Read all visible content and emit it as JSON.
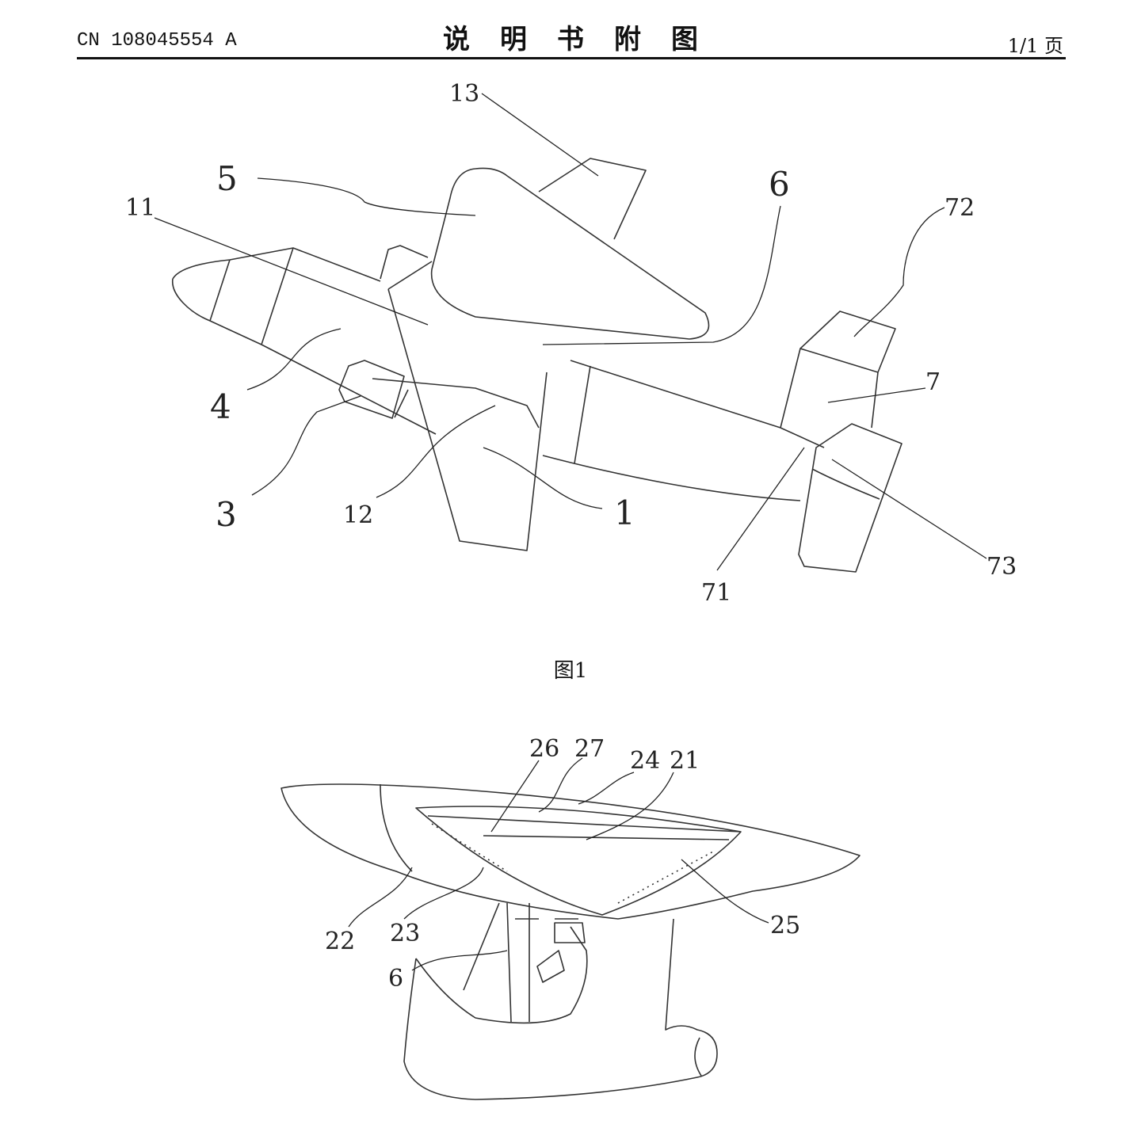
{
  "header": {
    "publication_number": "CN 108045554 A",
    "title": "说明书附图",
    "page": "1/1 页"
  },
  "figure1": {
    "caption": "图1",
    "labels": [
      "13",
      "5",
      "11",
      "6",
      "72",
      "4",
      "7",
      "3",
      "12",
      "1",
      "73",
      "71"
    ]
  },
  "figure2": {
    "labels": [
      "26",
      "27",
      "24",
      "21",
      "22",
      "23",
      "25",
      "6"
    ]
  }
}
